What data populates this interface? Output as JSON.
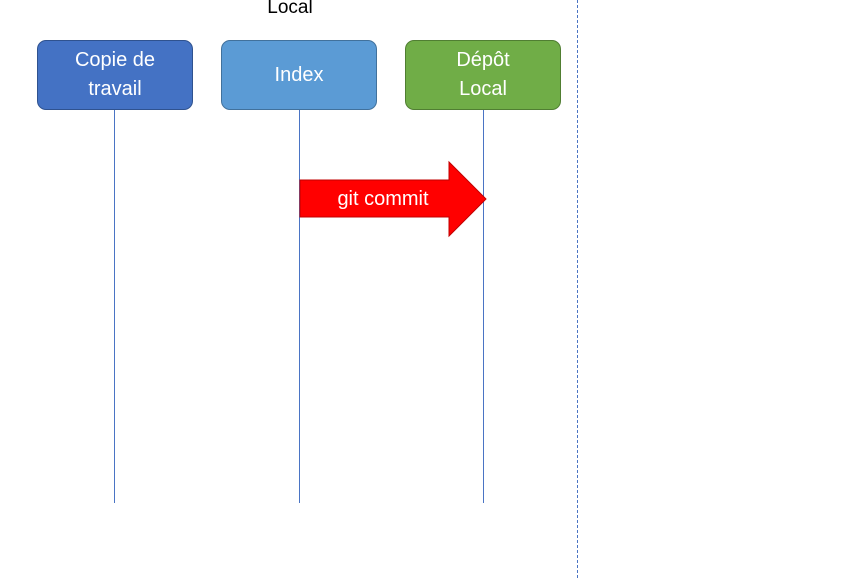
{
  "section": {
    "title": "Local"
  },
  "participants": [
    {
      "label": "Copie de\ntravail",
      "fill": "#4472c4",
      "border": "#2f528f"
    },
    {
      "label": "Index",
      "fill": "#5b9bd5",
      "border": "#41719c"
    },
    {
      "label": "Dépôt\nLocal",
      "fill": "#70ad47",
      "border": "#507e32"
    }
  ],
  "message": {
    "label": "git commit",
    "from": "Index",
    "to": "Dépôt\nLocal",
    "color": "#ff0000"
  },
  "colors": {
    "lifeline": "#4a74c4",
    "divider": "#4a74c4"
  }
}
